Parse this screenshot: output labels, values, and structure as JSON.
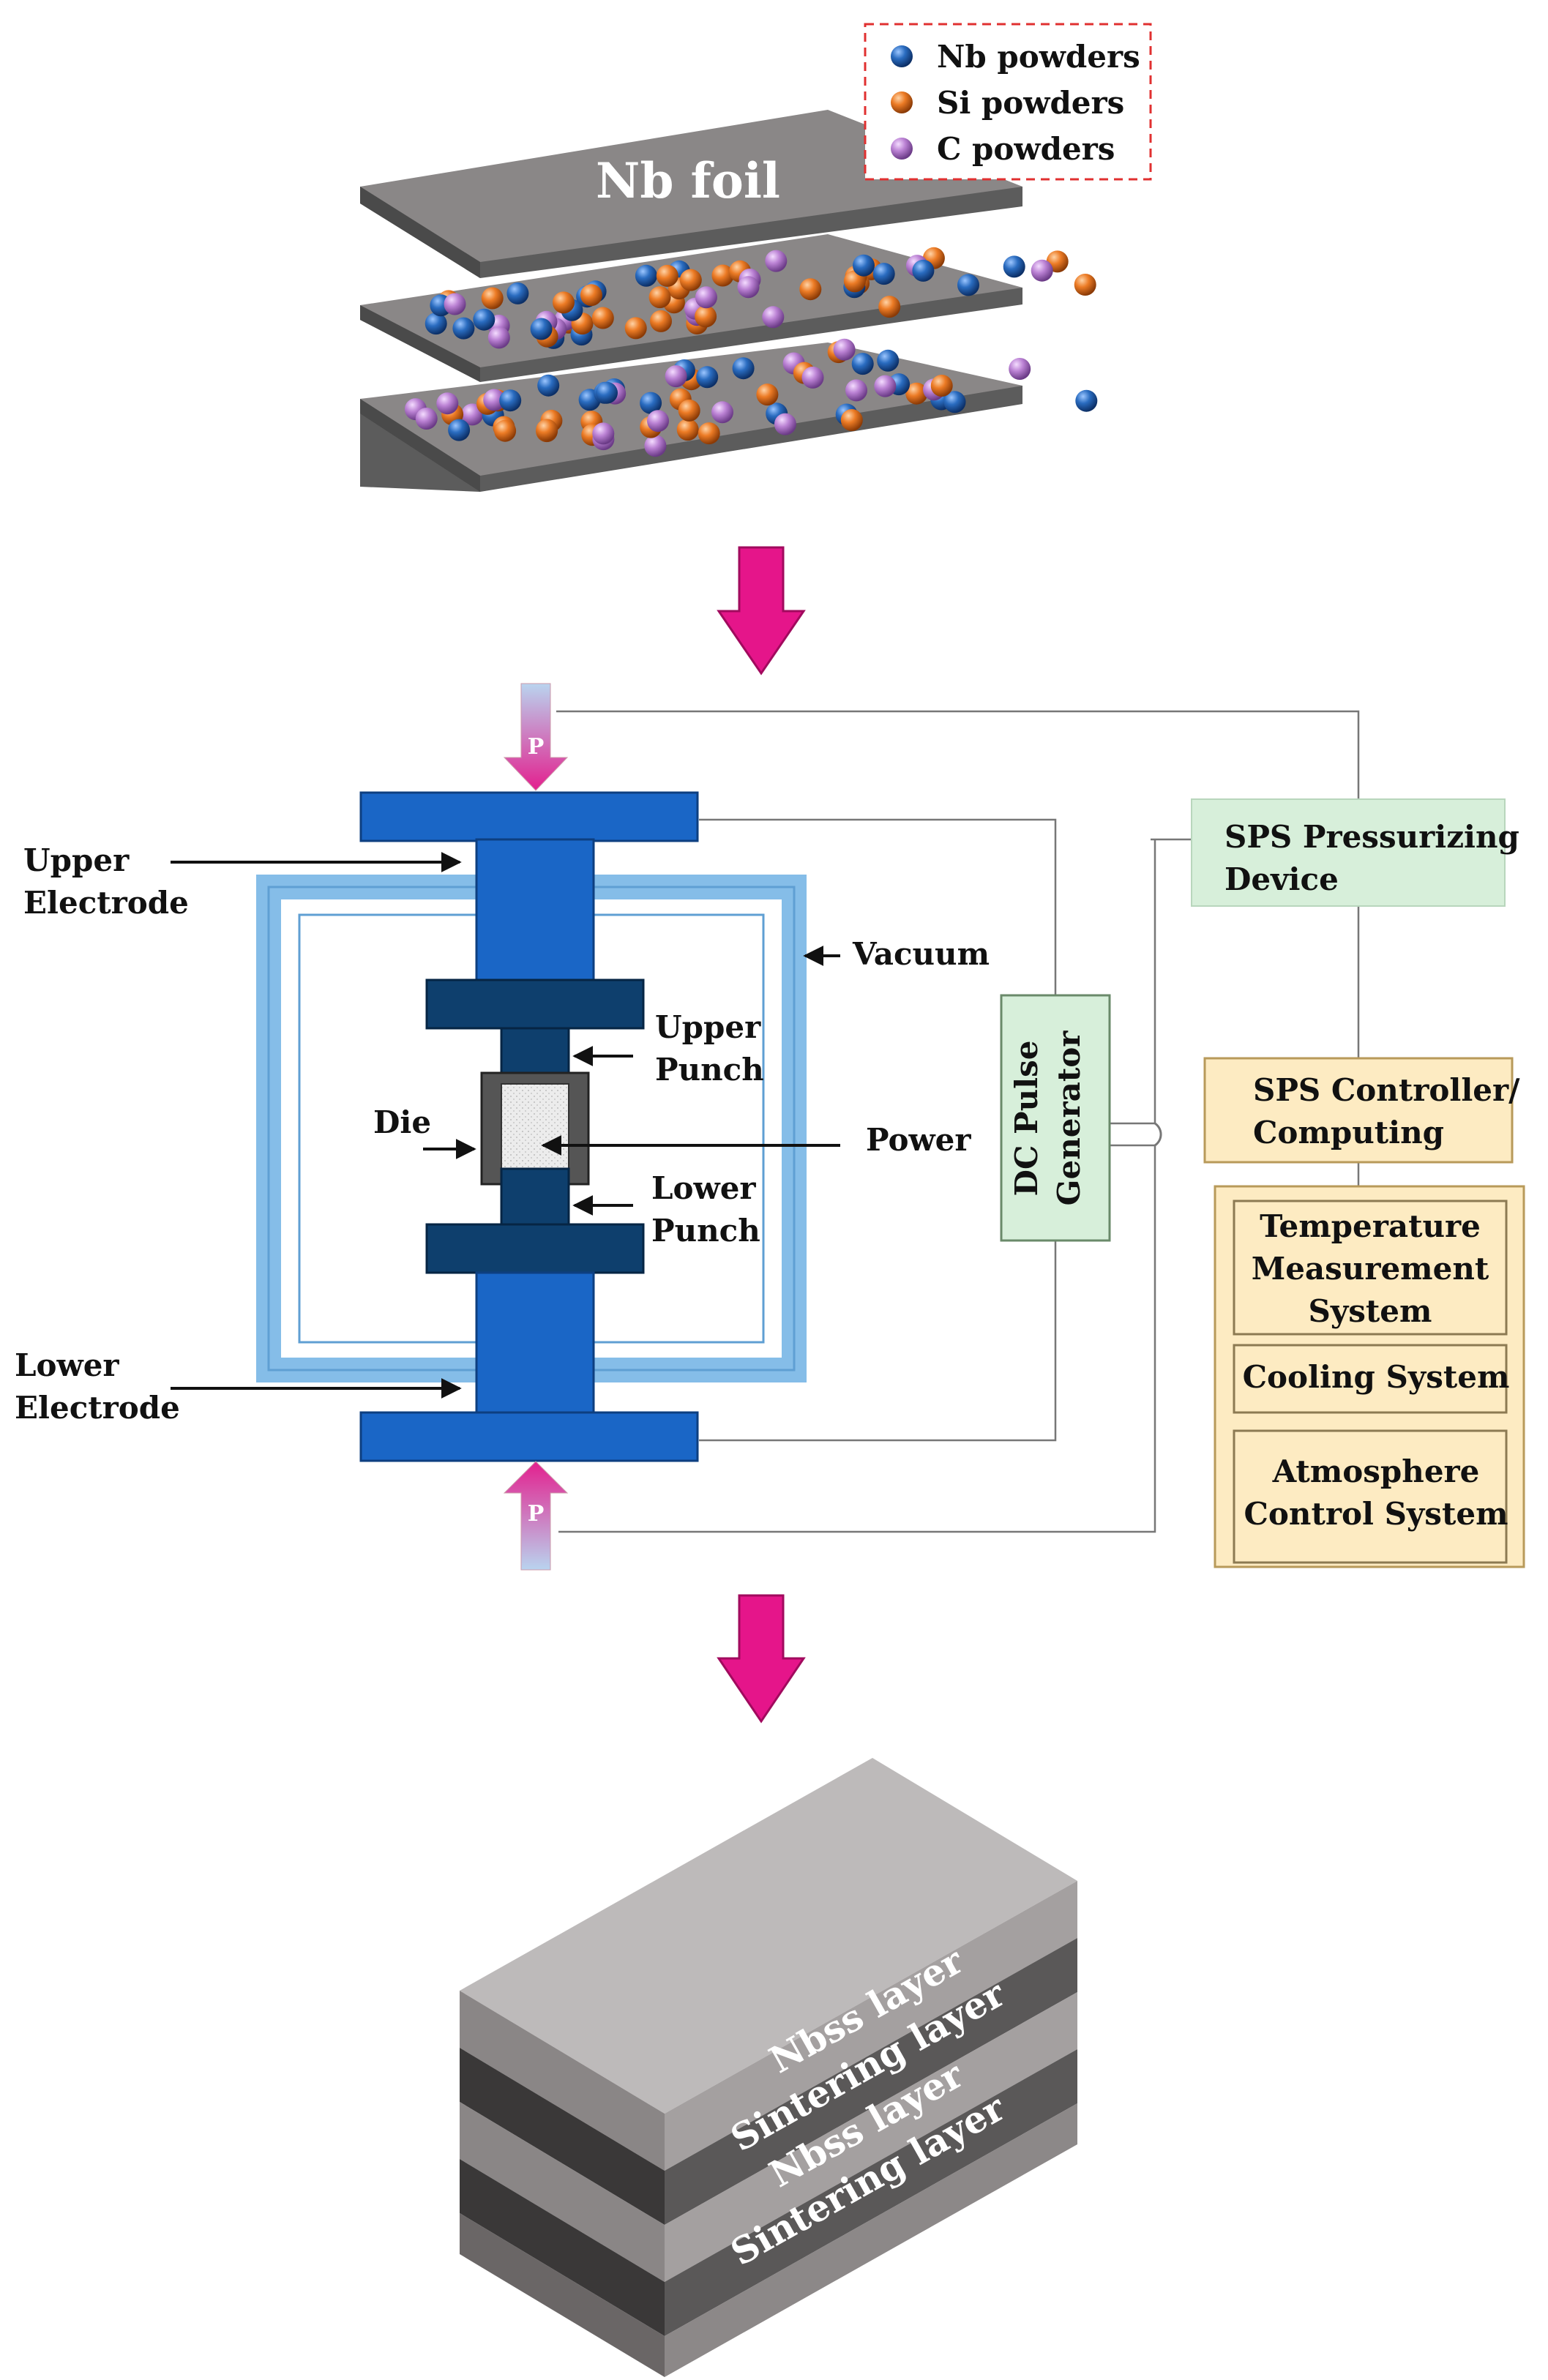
{
  "legend": {
    "nb": "Nb powders",
    "si": "Si powders",
    "c": "C powders"
  },
  "colors": {
    "nb": "#1f5fb0",
    "si": "#e07422",
    "c": "#b77fd0",
    "arrow": "#e5158a",
    "electrode": "#1a66c6",
    "punch": "#0e3f6d",
    "vacuum": "#85bde8",
    "green_box": "#d7efda",
    "yellow_box": "#fdebc2"
  },
  "foil_label": "Nb foil",
  "sps": {
    "upper_electrode": "Upper\nElectrode",
    "lower_electrode": "Lower\nElectrode",
    "vacuum": "Vacuum",
    "upper_punch": "Upper\nPunch",
    "lower_punch": "Lower\nPunch",
    "die": "Die",
    "power": "Power",
    "pressure": "P",
    "dc_pulse": "DC Pulse\nGenerator",
    "pressurizing": "SPS Pressurizing\nDevice",
    "controller": "SPS Controller/\nComputing",
    "temperature": "Temperature\nMeasurement\nSystem",
    "cooling": "Cooling System",
    "atmosphere": "Atmosphere\nControl System"
  },
  "block_layers": [
    "Nbss layer",
    "Sintering layer",
    "Nbss layer",
    "Sintering layer"
  ]
}
